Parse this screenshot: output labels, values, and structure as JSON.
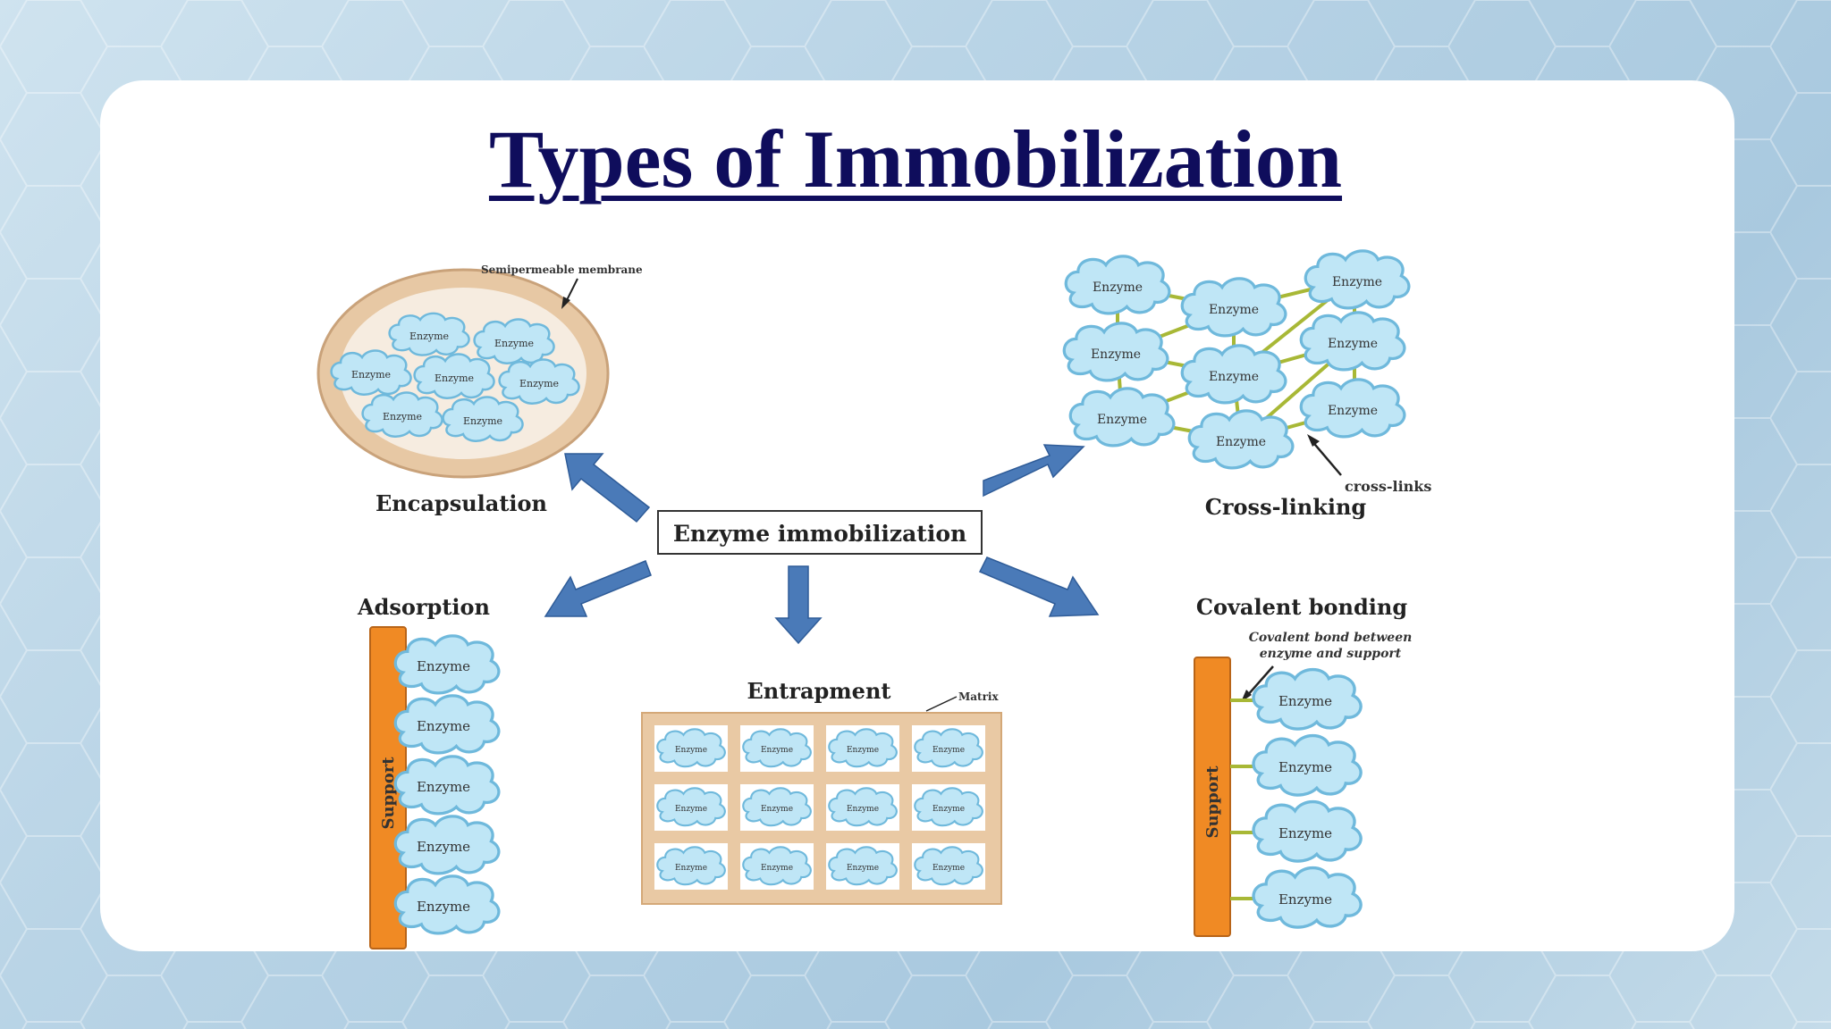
{
  "slide": {
    "title": "Types of Immobilization"
  },
  "diagram": {
    "center_label": "Enzyme immobilization",
    "enzyme_label": "Enzyme",
    "encapsulation": {
      "label": "Encapsulation",
      "membrane_label": "Semipermeable membrane"
    },
    "cross_linking": {
      "label": "Cross-linking",
      "annotation": "cross-links"
    },
    "adsorption": {
      "label": "Adsorption",
      "support_label": "Support"
    },
    "entrapment": {
      "label": "Entrapment",
      "matrix_label": "Matrix"
    },
    "covalent": {
      "label": "Covalent bonding",
      "annotation_line1": "Covalent bond between",
      "annotation_line2": "enzyme and support",
      "support_label": "Support"
    }
  },
  "colors": {
    "title": "#0f0d5c",
    "arrow": "#4a7ab8",
    "cloud_fill": "#bfe6f6",
    "cloud_stroke": "#6fb9dc",
    "support": "#f08a24",
    "capsule": "#e7c8a4",
    "link": "#a8b836"
  }
}
